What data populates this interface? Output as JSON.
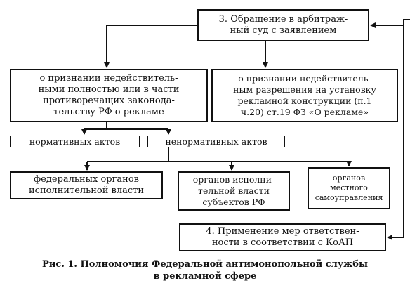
{
  "diagram": {
    "box_court": "3. Обращение в арбитраж-\nный суд с заявлением",
    "box_invalid_acts": "о признании недействитель-\nными полностью или в части\nпротиворечащих законода-\nтельству РФ о рекламе",
    "box_invalid_permit": "о признании недействитель-\nным разрешения на установку\nрекламной конструкции (п.1\nч.20) ст.19 ФЗ «О рекламе»",
    "box_normative": "нормативных актов",
    "box_non_normative": "ненормативных актов",
    "box_federal": "федеральных органов\nисполнительной власти",
    "box_regional": "органов исполни-\nтельной власти\nсубъектов РФ",
    "box_local": "органов\nместного\nсамоуправления",
    "box_koap": "4. Применение мер ответствен-\nности в соответствии с КоАП"
  },
  "caption": {
    "line1": "Рис. 1. Полномочия Федеральной антимонопольной службы",
    "line2": "в рекламной сфере"
  },
  "colors": {
    "stroke": "#111111",
    "background": "#ffffff"
  }
}
